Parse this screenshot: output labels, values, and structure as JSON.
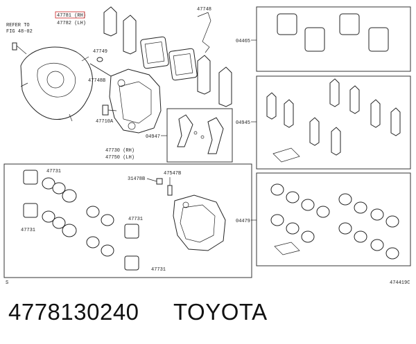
{
  "caption": {
    "part_number": "4778130240",
    "brand": "TOYOTA"
  },
  "callouts": {
    "refer_to": "REFER TO",
    "fig_ref": "FIG 48-02",
    "p47781": "47781 (RH)",
    "p47782": "47782 (LH)",
    "p47749": "47749",
    "p47748": "47748",
    "p47748b": "47748B",
    "p47710a": "47710A",
    "p04947": "04947",
    "p47730": "47730 (RH)",
    "p47750": "47750 (LH)",
    "p47731": "47731",
    "p31478b": "31478B",
    "p47547b": "47547B",
    "p04465": "04465",
    "p04945": "04945",
    "p04479": "04479",
    "s_mark": "S",
    "fig_code": "474419C"
  },
  "colors": {
    "line": "#222222",
    "highlight": "#cc2222"
  }
}
